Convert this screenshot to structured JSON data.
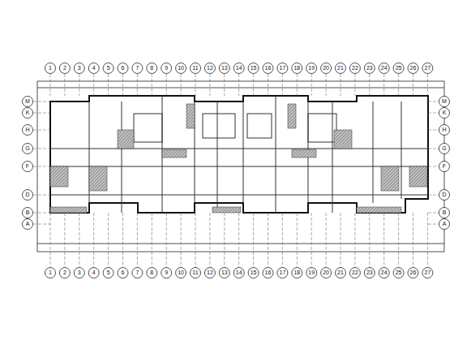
{
  "diagram": {
    "labels": [
      "1",
      "2",
      "3",
      "4",
      "5",
      "6",
      "7",
      "8",
      "9",
      "10",
      "11",
      "12",
      "13",
      "14",
      "15",
      "16",
      "17",
      "18",
      "19",
      "20",
      "21",
      "22",
      "23",
      "24",
      "25",
      "26",
      "27",
      "1",
      "2",
      "3",
      "4",
      "5",
      "6",
      "7",
      "8",
      "9",
      "10",
      "11",
      "12",
      "13",
      "14",
      "15",
      "16",
      "17",
      "18",
      "19",
      "20",
      "21",
      "22",
      "23",
      "24",
      "25",
      "26",
      "27",
      "M",
      "K",
      "H",
      "G",
      "F",
      "D",
      "B",
      "A",
      "M",
      "K",
      "H",
      "G",
      "F",
      "D",
      "B",
      "A"
    ]
  }
}
